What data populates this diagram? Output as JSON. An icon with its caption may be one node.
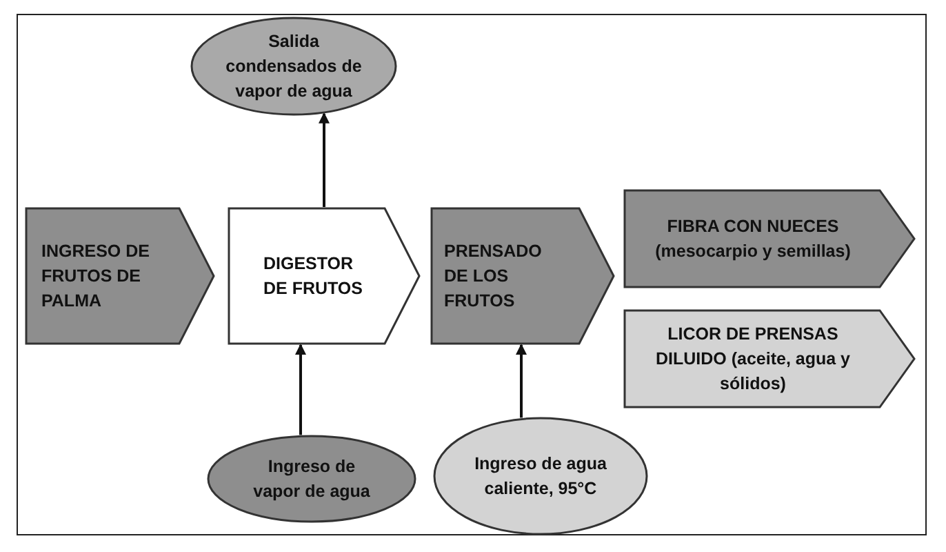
{
  "diagram": {
    "nodes": [
      {
        "text": [
          "Salida condensados de vapor de agua"
        ]
      },
      {
        "text": [
          "INGRESO DE FRUTOS DE PALMA"
        ]
      },
      {
        "text": [
          "DIGESTOR DE FRUTOS"
        ]
      },
      {
        "text": [
          "PRENSADO DE LOS FRUTOS"
        ]
      },
      {
        "text": [
          "FIBRA CON NUECES (mesocarpio y semillas)"
        ]
      },
      {
        "text": [
          "LICOR DE PRENSAS DILUIDO (aceite, agua y sólidos)"
        ]
      },
      {
        "text": [
          "Ingreso de vapor de agua"
        ]
      },
      {
        "text": [
          "Ingreso de agua caliente, 95°C"
        ]
      }
    ],
    "edges": [
      {
        "from": 2,
        "to": 0,
        "arrow": "to"
      },
      {
        "from": 6,
        "to": 2,
        "arrow": "to"
      },
      {
        "from": 7,
        "to": 3,
        "arrow": "to"
      }
    ]
  }
}
